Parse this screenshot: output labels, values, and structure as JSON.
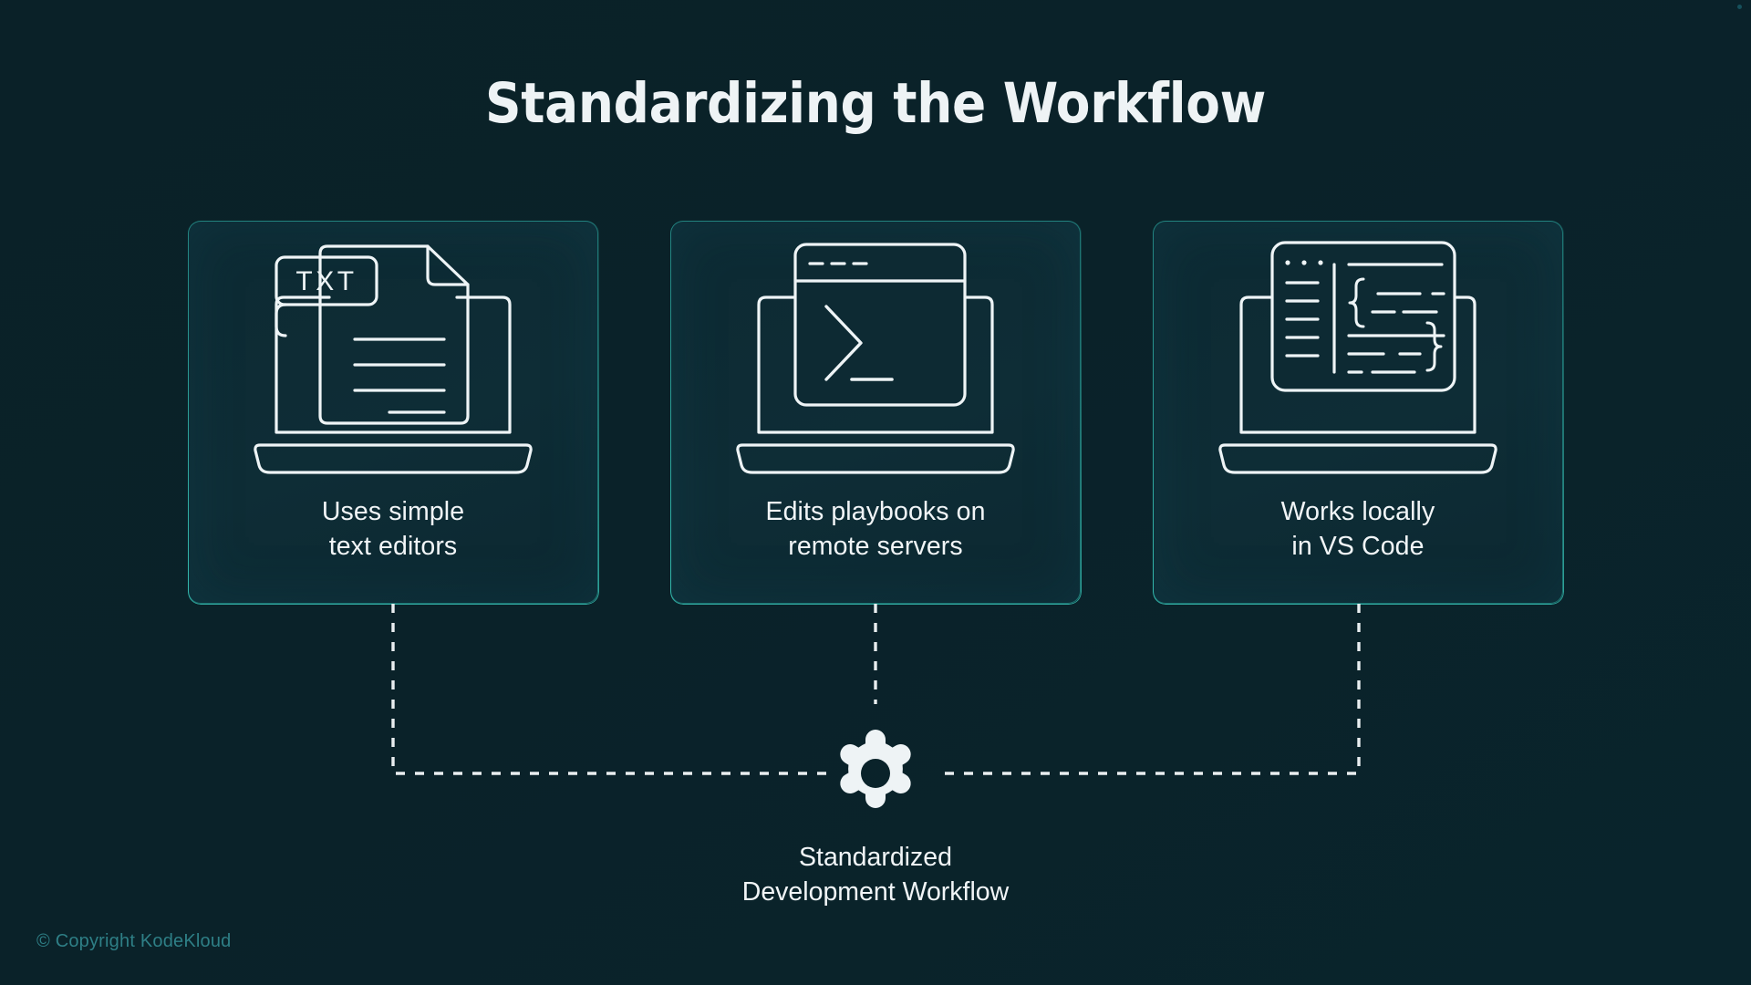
{
  "slide": {
    "title": "Standardizing the Workflow",
    "background_color": "#0a2229",
    "accent_color": "#2dbcae",
    "text_color": "#f1f5f7"
  },
  "cards": [
    {
      "id": "text-editors",
      "icon": "laptop-with-txt-document-icon",
      "badge_text": "TXT",
      "label_line1": "Uses simple",
      "label_line2": "text editors"
    },
    {
      "id": "remote-servers",
      "icon": "laptop-with-terminal-window-icon",
      "label_line1": "Edits playbooks on",
      "label_line2": "remote servers"
    },
    {
      "id": "vs-code",
      "icon": "laptop-with-code-editor-icon",
      "label_line1": "Works locally",
      "label_line2": "in VS Code"
    }
  ],
  "outcome": {
    "icon": "gear-icon",
    "label_line1": "Standardized",
    "label_line2": "Development Workflow"
  },
  "footer": {
    "copyright": "© Copyright KodeKloud"
  }
}
